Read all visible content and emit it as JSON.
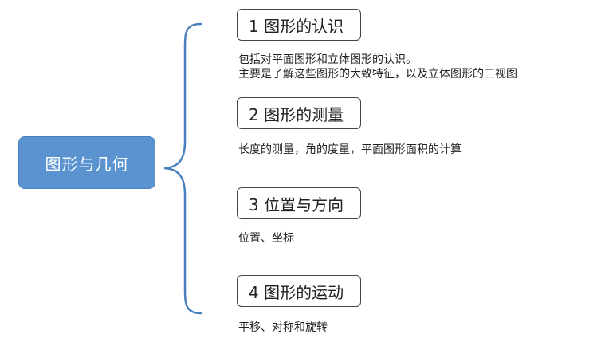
{
  "root": {
    "label": "图形与几何"
  },
  "topics": [
    {
      "label": "1 图形的认识",
      "description_lines": [
        "包括对平面图形和立体图形的认识。",
        "主要是了解这些图形的大致特征，以及立体图形的三视图"
      ]
    },
    {
      "label": "2 图形的测量",
      "description_lines": [
        "长度的测量，角的度量，平面图形面积的计算"
      ]
    },
    {
      "label": "3 位置与方向",
      "description_lines": [
        "位置、坐标"
      ]
    },
    {
      "label": "4 图形的运动",
      "description_lines": [
        "平移、对称和旋转"
      ]
    }
  ],
  "colors": {
    "root_fill": "#5b93d1",
    "brace": "#4a7fbd"
  }
}
